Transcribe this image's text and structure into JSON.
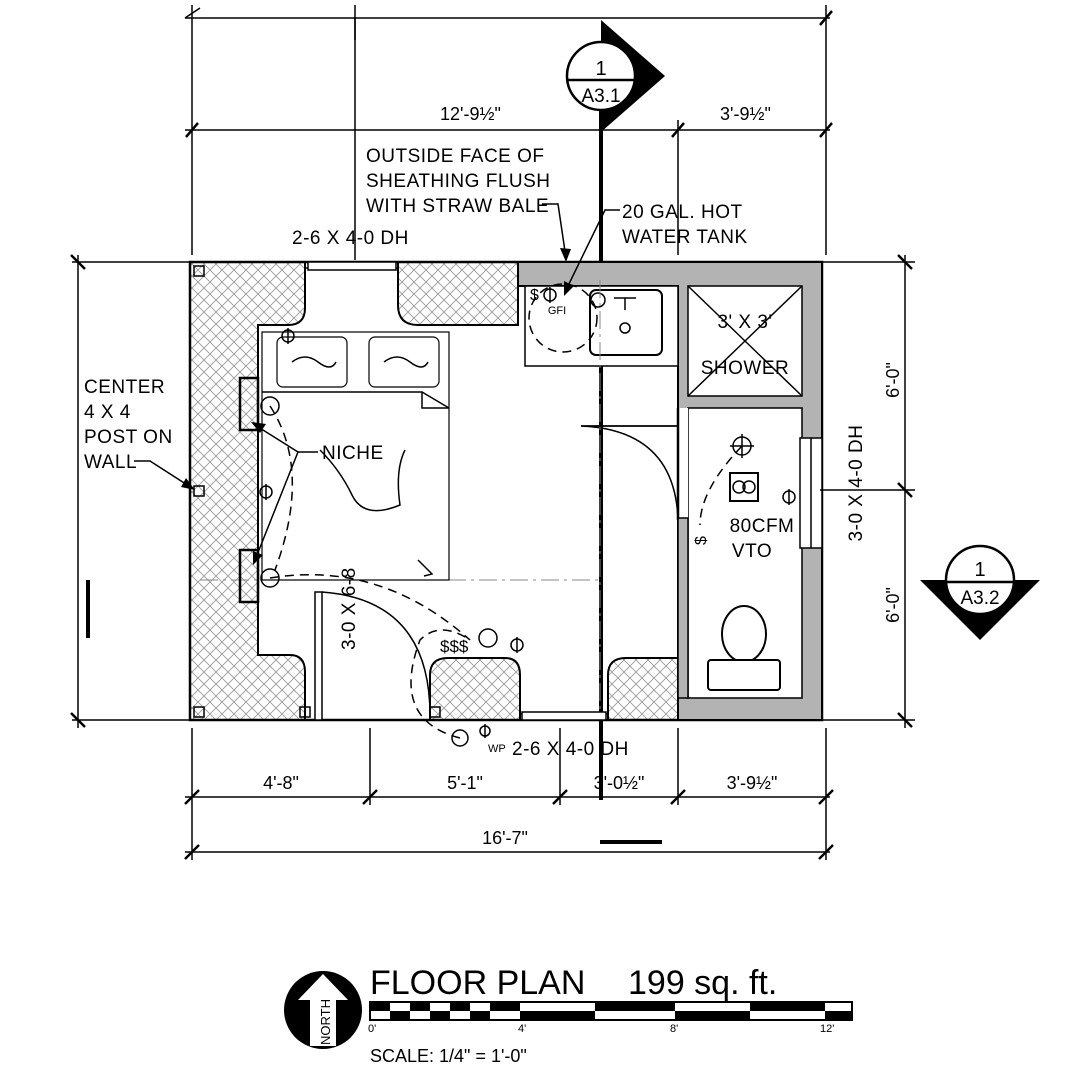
{
  "title": "FLOOR PLAN",
  "area": "199 sq. ft.",
  "scale": "SCALE: 1/4\" = 1'-0\"",
  "north": "NORTH",
  "scale_bar_ticks": [
    "0'",
    "4'",
    "8'",
    "12'"
  ],
  "sections": [
    {
      "number": "1",
      "sheet": "A3.1"
    },
    {
      "number": "1",
      "sheet": "A3.2"
    }
  ],
  "dimensions": {
    "top_left": "12'-9½\"",
    "top_right": "3'-9½\"",
    "bottom": [
      "4'-8\"",
      "5'-1\"",
      "3'-0½\"",
      "3'-9½\""
    ],
    "overall": "16'-7\"",
    "right_upper": "6'-0\"",
    "right_lower": "6'-0\""
  },
  "windows": {
    "top": "2-6 X 4-0 DH",
    "right": "3-0 X 4-0 DH",
    "bottom": "2-6 X 4-0 DH",
    "bottom_wp": "WP"
  },
  "door": "3-0 X 6-8",
  "notes": {
    "sheathing": [
      "OUTSIDE FACE OF",
      "SHEATHING FLUSH",
      "WITH STRAW BALE"
    ],
    "tank": [
      "20 GAL. HOT",
      "WATER TANK"
    ],
    "post": [
      "CENTER",
      "4 X 4",
      "POST ON",
      "WALL"
    ],
    "niche": "NICHE",
    "fan": [
      "80CFM",
      "VTO"
    ],
    "shower": [
      "3' X 3'",
      "SHOWER"
    ],
    "gfi": "GFI",
    "switches": "$$$"
  }
}
